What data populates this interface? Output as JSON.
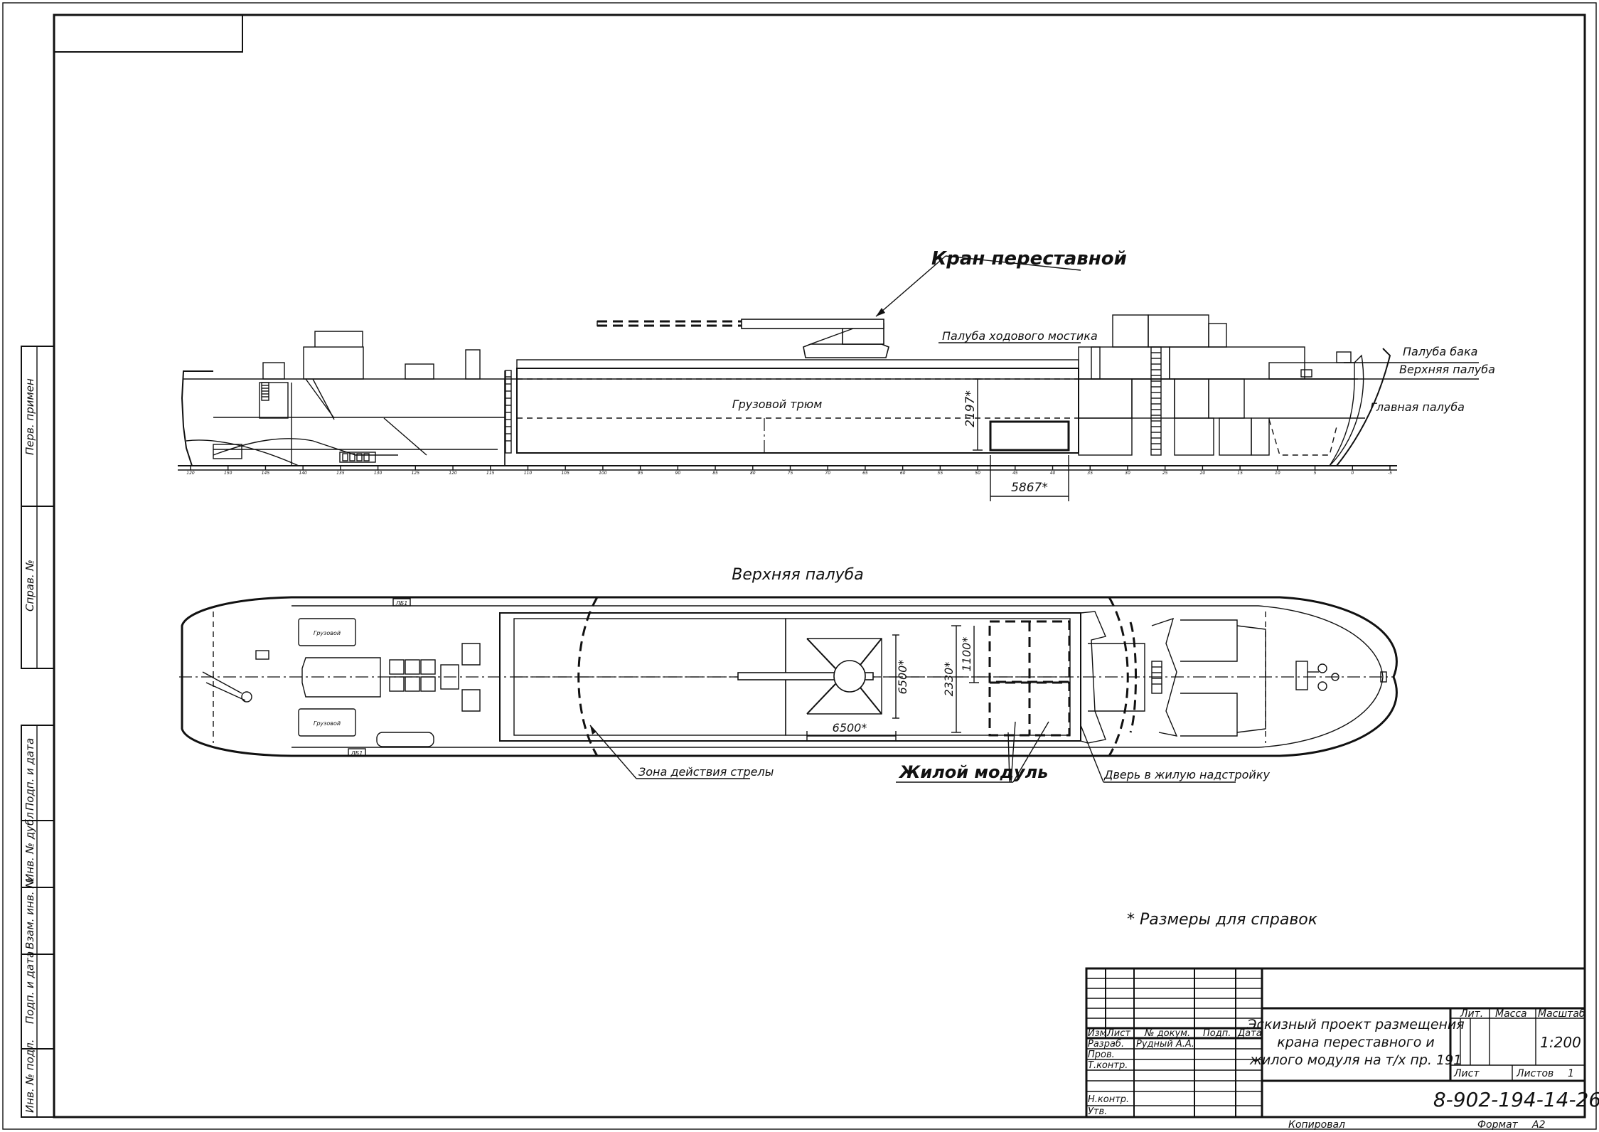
{
  "labels": {
    "crane": "Кран переставной",
    "bridge_deck": "Палуба ходового мостика",
    "forecastle_deck": "Палуба бака",
    "upper_deck_side": "Верхняя палуба",
    "main_deck": "Главная палуба",
    "cargo_hold": "Грузовой трюм",
    "plan_title": "Верхняя палуба",
    "boom_zone": "Зона действия стрелы",
    "living_module": "Жилой модуль",
    "door": "Дверь в жилую надстройку",
    "note": "* Размеры для справок"
  },
  "dimensions": {
    "hold_height": "2197*",
    "module_length_side": "5867*",
    "crane_width": "6500*",
    "crane_reach": "6500*",
    "module_width": "2330*",
    "module_room": "1100*"
  },
  "side_strip": [
    "Перв. примен",
    "Справ. №",
    "Подп. и дата",
    "Инв. № дубл",
    "Взам. инв. №",
    "Подп. и дата",
    "Инв. № подл."
  ],
  "frame_numbers": [
    "120",
    "150",
    "145",
    "140",
    "135",
    "130",
    "125",
    "120",
    "115",
    "110",
    "105",
    "100",
    "95",
    "90",
    "85",
    "80",
    "75",
    "70",
    "65",
    "60",
    "55",
    "50",
    "45",
    "40",
    "35",
    "30",
    "25",
    "20",
    "15",
    "10",
    "5",
    "0",
    "-5"
  ],
  "plan_labels": {
    "rescue_boat_1": "Грузовой",
    "rescue_boat_2": "Грузовой",
    "tag_1": "ЛБ1",
    "tag_2": "ЛБ1"
  },
  "title_block": {
    "col_headers": [
      "Изм.",
      "Лист",
      "№ докум.",
      "Подп.",
      "Дата"
    ],
    "rows": [
      {
        "role": "Разраб.",
        "name": "Рудный А.А."
      },
      {
        "role": "Пров.",
        "name": ""
      },
      {
        "role": "Т.контр.",
        "name": ""
      },
      {
        "role": "",
        "name": ""
      },
      {
        "role": "Н.контр.",
        "name": ""
      },
      {
        "role": "Утв.",
        "name": ""
      }
    ],
    "title_lines": [
      "Эскизный проект размещения",
      "крана переставного и",
      "жилого модуля на т/х пр. 191"
    ],
    "lit": "Лит.",
    "mass": "Масса",
    "scale_label": "Масштаб",
    "scale": "1:200",
    "sheet": "Лист",
    "sheets": "Листов",
    "sheets_count": "1",
    "doc_number": "8-902-194-14-26",
    "copied": "Копировал",
    "format_label": "Формат",
    "format": "А2"
  }
}
